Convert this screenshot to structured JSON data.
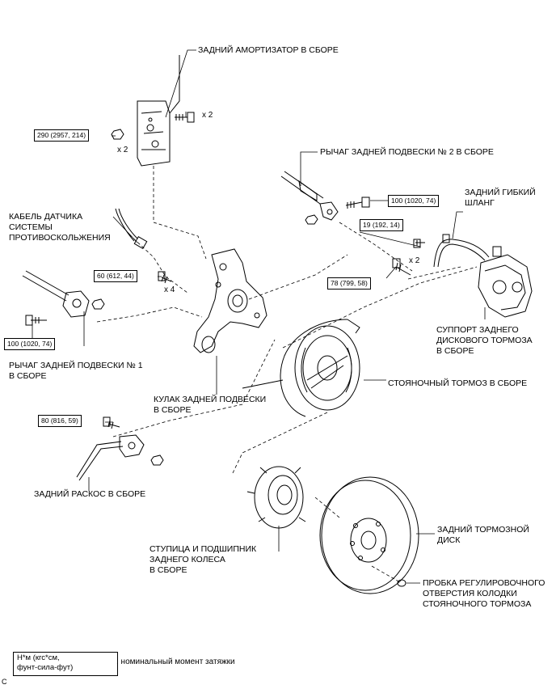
{
  "labels": {
    "rear_shock": "ЗАДНИЙ АМОРТИЗАТОР В СБОРЕ",
    "arm2": "РЫЧАГ ЗАДНЕЙ ПОДВЕСКИ № 2 В СБОРЕ",
    "flex_hose": "ЗАДНИЙ ГИБКИЙ\nШЛАНГ",
    "abs_cable": "КАБЕЛЬ ДАТЧИКА\nСИСТЕМЫ\nПРОТИВОСКОЛЬЖЕНИЯ",
    "caliper": "СУППОРТ ЗАДНЕГО\nДИСКОВОГО ТОРМОЗА\nВ СБОРЕ",
    "arm1": "РЫЧАГ ЗАДНЕЙ ПОДВЕСКИ № 1\nВ СБОРЕ",
    "parking_brake": "СТОЯНОЧНЫЙ ТОРМОЗ В СБОРЕ",
    "knuckle": "КУЛАК ЗАДНЕЙ ПОДВЕСКИ\nВ СБОРЕ",
    "strut_rod": "ЗАДНИЙ РАСКОС В СБОРЕ",
    "hub": "СТУПИЦА И ПОДШИПНИК\nЗАДНЕГО КОЛЕСА\nВ СБОРЕ",
    "disc": "ЗАДНИЙ ТОРМОЗНОЙ\nДИСК",
    "plug": "ПРОБКА РЕГУЛИРОВОЧНОГО\nОТВЕРСТИЯ КОЛОДКИ\nСТОЯНОЧНОГО ТОРМОЗА"
  },
  "torques": {
    "t290": "290 (2957, 214)",
    "t100a": "100 (1020, 74)",
    "t19": "19 (192, 14)",
    "t60": "60 (612, 44)",
    "t78": "78 (799, 58)",
    "t100b": "100 (1020, 74)",
    "t80": "80 (816, 59)"
  },
  "counts": {
    "shock_top": "x 2",
    "shock_left": "x 2",
    "bolt60": "x 4",
    "bolt78": "x 2"
  },
  "legend": {
    "box": "Н*м (кгс*см,\nфунт-сила-фут)",
    "text": ": номинальный момент затяжки"
  },
  "corner_letter": "C"
}
